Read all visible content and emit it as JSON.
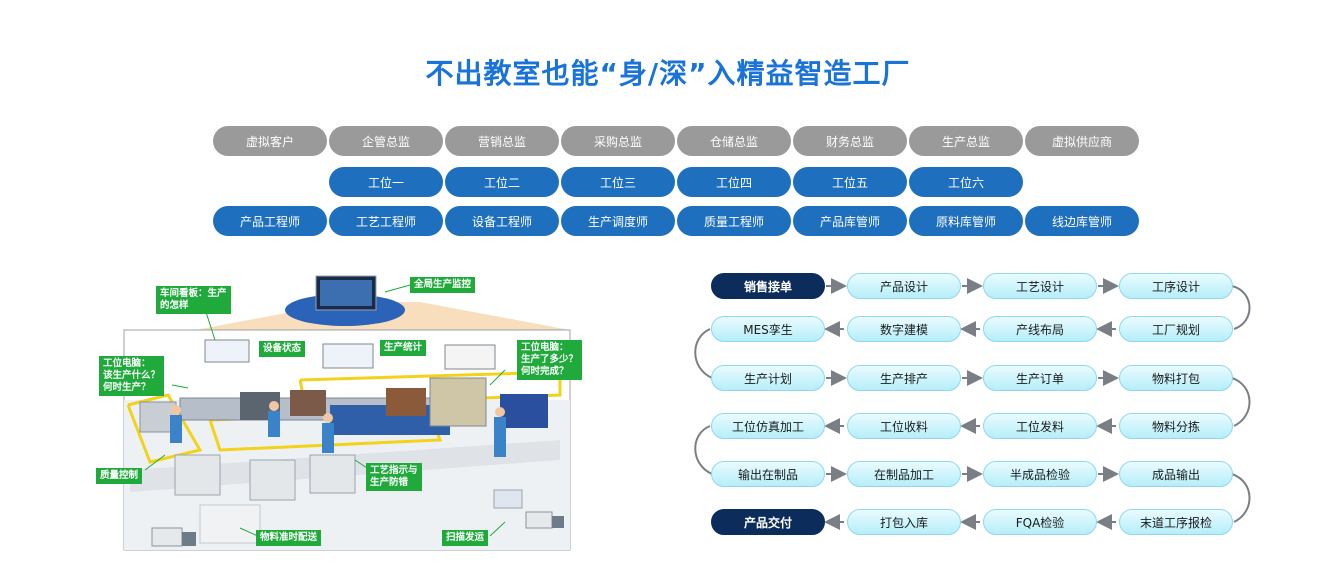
{
  "title": "不出教室也能“身/深”入精益智造工厂",
  "roles": [
    "虚拟客户",
    "企管总监",
    "营销总监",
    "采购总监",
    "仓储总监",
    "财务总监",
    "生产总监",
    "虚拟供应商"
  ],
  "stations": [
    "工位一",
    "工位二",
    "工位三",
    "工位四",
    "工位五",
    "工位六"
  ],
  "engineers": [
    "产品工程师",
    "工艺工程师",
    "设备工程师",
    "生产调度师",
    "质量工程师",
    "产品库管师",
    "原料库管师",
    "线边库管师"
  ],
  "factory_labels": {
    "global_monitor": "全局生产监控",
    "board_line1": "车间看板：生产",
    "board_line2": "的怎样",
    "device_status": "设备状态",
    "prod_stats": "生产统计",
    "pc_left_1": "工位电脑：",
    "pc_left_2": "该生产什么？",
    "pc_left_3": "何时生产？",
    "pc_right_1": "工位电脑：",
    "pc_right_2": "生产了多少？",
    "pc_right_3": "何时完成？",
    "quality": "质量控制",
    "process_1": "工艺指示与",
    "process_2": "生产防错",
    "delivery": "物料准时配送",
    "scan": "扫描发运"
  },
  "flow": {
    "row1": [
      "销售接单",
      "产品设计",
      "工艺设计",
      "工序设计"
    ],
    "row2": [
      "MES孪生",
      "数字建模",
      "产线布局",
      "工厂规划"
    ],
    "row3": [
      "生产计划",
      "生产排产",
      "生产订单",
      "物料打包"
    ],
    "row4": [
      "工位仿真加工",
      "工位收料",
      "工位发料",
      "物料分拣"
    ],
    "row5": [
      "输出在制品",
      "在制品加工",
      "半成品检验",
      "成品输出"
    ],
    "row6": [
      "产品交付",
      "打包入库",
      "FQA检验",
      "末道工序报检"
    ]
  },
  "colors": {
    "title": "#1a73d9",
    "role_pill": "#9a9a9a",
    "blue_pill": "#1e6fbd",
    "label_green": "#1faa3b",
    "dark_box": "#0c2d5c"
  }
}
